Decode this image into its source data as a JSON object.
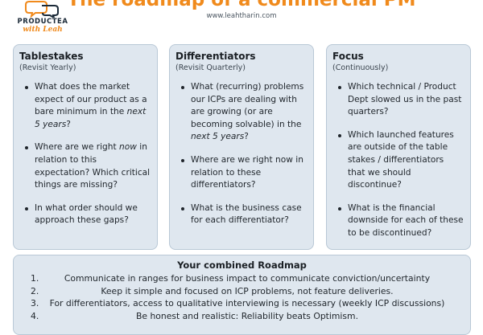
{
  "header": {
    "title": "The roadmap of a commercial PM",
    "url": "www.leahtharin.com",
    "logo_name": "PRODUCTEA",
    "logo_sub": "with Leah",
    "brand_color": "#f08a1c"
  },
  "columns": [
    {
      "title": "Tablestakes",
      "subtitle": "(Revisit Yearly)",
      "items": [
        [
          "What does the market expect of our product as a bare minimum in the ",
          "next 5 years",
          "?"
        ],
        [
          "Where are we right ",
          "now",
          " in relation to this expectation? Which critical things are missing?"
        ],
        [
          "In what order should we approach these gaps?",
          "",
          ""
        ]
      ]
    },
    {
      "title": "Differentiators",
      "subtitle": "(Revisit Quarterly)",
      "items": [
        [
          "What (recurring) problems our ICPs are dealing with are growing (or are becoming solvable) in the ",
          "next 5 years",
          "?"
        ],
        [
          "Where are we right now in relation to these differentiators?",
          "",
          ""
        ],
        [
          "What is the business case for each differentiator?",
          "",
          ""
        ]
      ]
    },
    {
      "title": "Focus",
      "subtitle": "(Continuously)",
      "items": [
        [
          "Which technical / Product Dept slowed us in the past quarters?",
          "",
          ""
        ],
        [
          "Which launched features are outside of the table stakes / differentiators that we should discontinue?",
          "",
          ""
        ],
        [
          "What is the financial downside for each of these to be discontinued?",
          "",
          ""
        ]
      ]
    }
  ],
  "roadmap": {
    "title": "Your combined Roadmap",
    "items": [
      {
        "num": "1.",
        "text": "Communicate in ranges for business impact to communicate conviction/uncertainty"
      },
      {
        "num": "2.",
        "text": "Keep it simple and focused on ICP problems, not feature deliveries."
      },
      {
        "num": "3.",
        "text": "For differentiators, access to qualitative interviewing is necessary (weekly ICP discussions)"
      },
      {
        "num": "4.",
        "text": "Be honest and realistic: Reliability beats Optimism."
      }
    ]
  }
}
